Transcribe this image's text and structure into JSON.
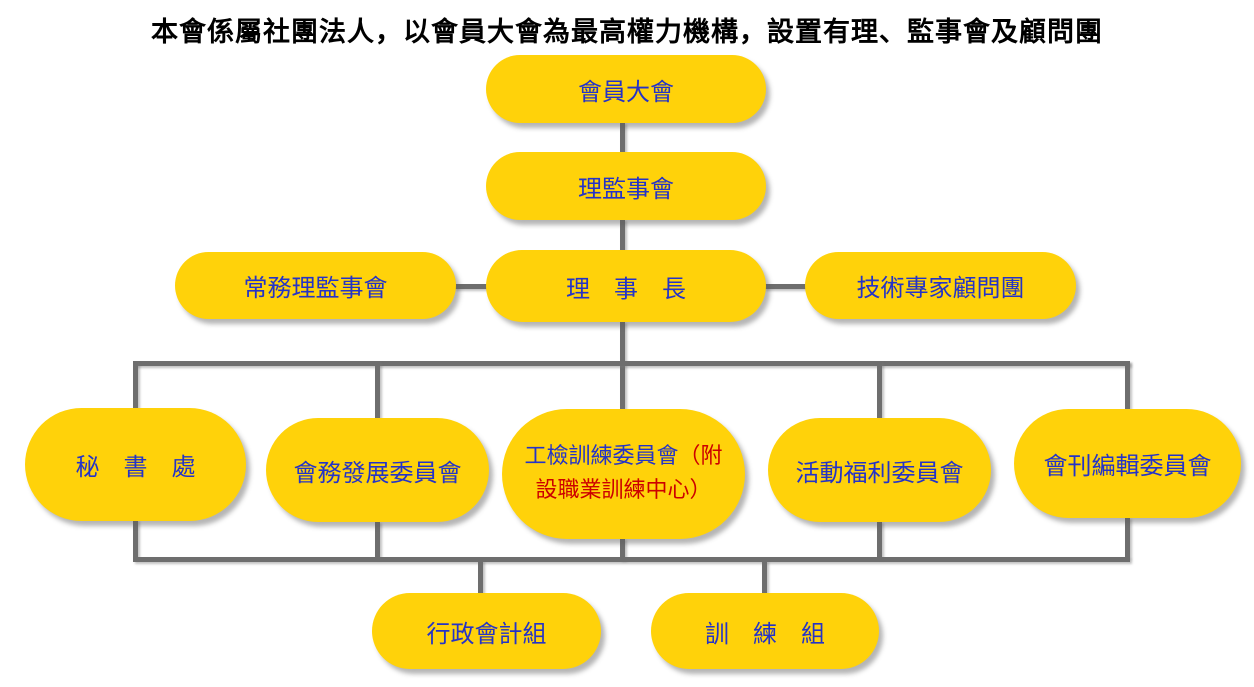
{
  "title": "本會係屬社團法人，以會員大會為最高權力機構，設置有理、監事會及顧問團",
  "colors": {
    "node_fill": "#FFD20A",
    "node_text_blue": "#2433C8",
    "node_text_red": "#CC0000",
    "connector_gray": "#6E6E6E",
    "title_black": "#000000",
    "background": "#FFFFFF"
  },
  "nodes": {
    "general_assembly": {
      "label": "會員大會"
    },
    "board_of_directors_supervisors": {
      "label": "理監事會"
    },
    "standing_board": {
      "label": "常務理監事會"
    },
    "chairman": {
      "label": "理　事　長"
    },
    "technical_advisors": {
      "label": "技術專家顧問團"
    },
    "secretariat": {
      "label": "秘　書　處"
    },
    "development_committee": {
      "label": "會務發展委員會"
    },
    "training_committee": {
      "label_primary": "工檢訓練委員會",
      "label_secondary": "（附設職業訓練中心）"
    },
    "welfare_committee": {
      "label": "活動福利委員會"
    },
    "journal_committee": {
      "label": "會刊編輯委員會"
    },
    "admin_accounting_section": {
      "label": "行政會計組"
    },
    "training_section": {
      "label": "訓　練　組"
    }
  }
}
